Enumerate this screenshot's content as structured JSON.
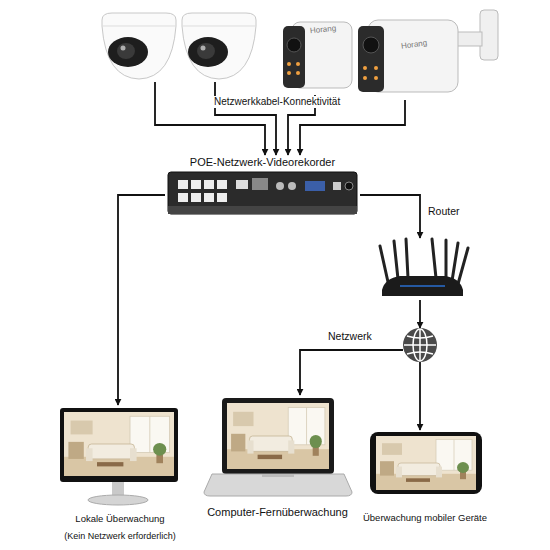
{
  "diagram": {
    "nodes": [
      {
        "text": []
      },
      {
        "text": []
      },
      {
        "text": [
          "Horang"
        ]
      },
      {
        "text": [
          "Horang"
        ]
      },
      {
        "text": [
          "POE-Netzwerk-Videorekorder"
        ]
      },
      {
        "text": [
          "Router"
        ]
      },
      {
        "text": [
          "Netzwerk"
        ]
      },
      {
        "text": [
          "Lokale Überwachung",
          "(Kein Netzwerk erforderlich)"
        ]
      },
      {
        "text": [
          "Computer-Fernüberwachung"
        ]
      },
      {
        "text": [
          "Überwachung mobiler Geräte"
        ]
      }
    ],
    "edges": [
      {
        "from": 0,
        "to": 4,
        "arrow": "to"
      },
      {
        "from": 1,
        "to": 4,
        "arrow": "to"
      },
      {
        "from": 2,
        "to": 4,
        "arrow": "to"
      },
      {
        "from": 3,
        "to": 4,
        "arrow": "to"
      },
      {
        "from": 4,
        "to": 7,
        "arrow": "to"
      },
      {
        "from": 4,
        "to": 5,
        "arrow": "to"
      },
      {
        "from": 5,
        "to": 6,
        "arrow": "to"
      },
      {
        "from": 6,
        "to": 8,
        "arrow": "to"
      },
      {
        "from": 6,
        "to": 9,
        "arrow": "to"
      }
    ],
    "labels": [
      "Netzwerkkabel-Konnektivität"
    ]
  }
}
